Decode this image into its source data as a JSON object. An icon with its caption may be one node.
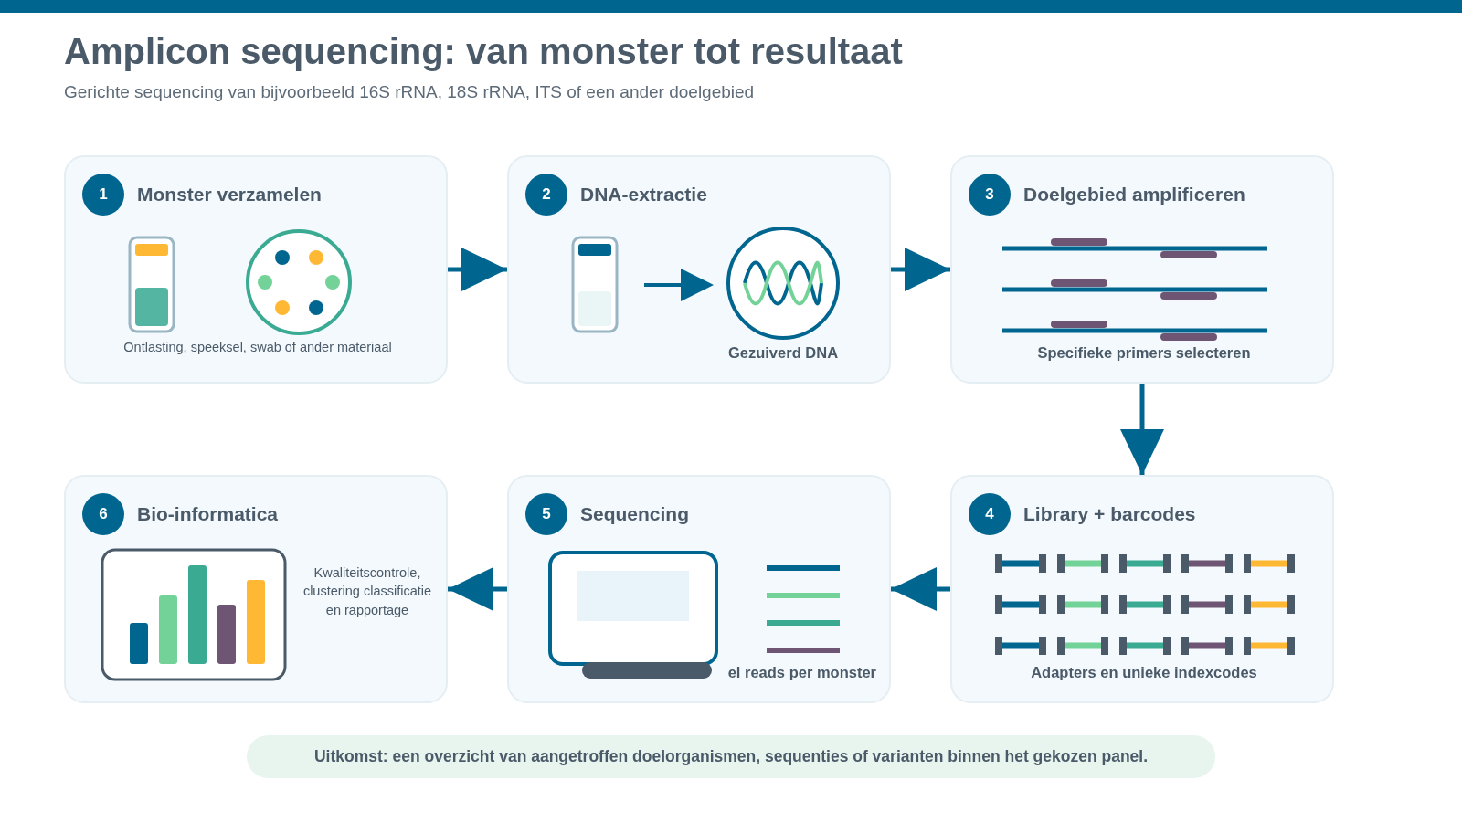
{
  "diagram": {
    "title": "Amplicon sequencing: van monster tot resultaat",
    "nodes": [
      {
        "text": [
          "1",
          "Monster verzamelen",
          "Ontlasting, speeksel, swab of ander materiaal"
        ]
      },
      {
        "text": [
          "2",
          "DNA-extractie",
          "Gezuiverd DNA"
        ]
      },
      {
        "text": [
          "3",
          "Doelgebied amplificeren",
          "Specifieke primers selecteren"
        ]
      },
      {
        "text": [
          "4",
          "Library + barcodes",
          "Adapters en unieke indexcodes"
        ]
      },
      {
        "text": [
          "5",
          "Sequencing",
          "el reads per monster"
        ]
      },
      {
        "text": [
          "6",
          "Bio-informatica",
          "Kwaliteitscontrole, clustering classificatie en rapportage"
        ]
      },
      {
        "text": [],
        "shape": "bar"
      }
    ],
    "edges": [
      {
        "from": 0,
        "to": 1,
        "arrow": "to"
      },
      {
        "from": 1,
        "to": 2,
        "arrow": "to"
      },
      {
        "from": 2,
        "to": 3,
        "arrow": "to"
      },
      {
        "from": 3,
        "to": 4,
        "arrow": "to"
      },
      {
        "from": 4,
        "to": 5,
        "arrow": "to"
      }
    ],
    "labels": [
      "Gerichte sequencing van bijvoorbeeld 16S rRNA, 18S rRNA, ITS of een ander doelgebied",
      "Uitkomst: een overzicht van aangetroffen doelorganismen, sequenties of varianten binnen het gekozen panel."
    ]
  }
}
